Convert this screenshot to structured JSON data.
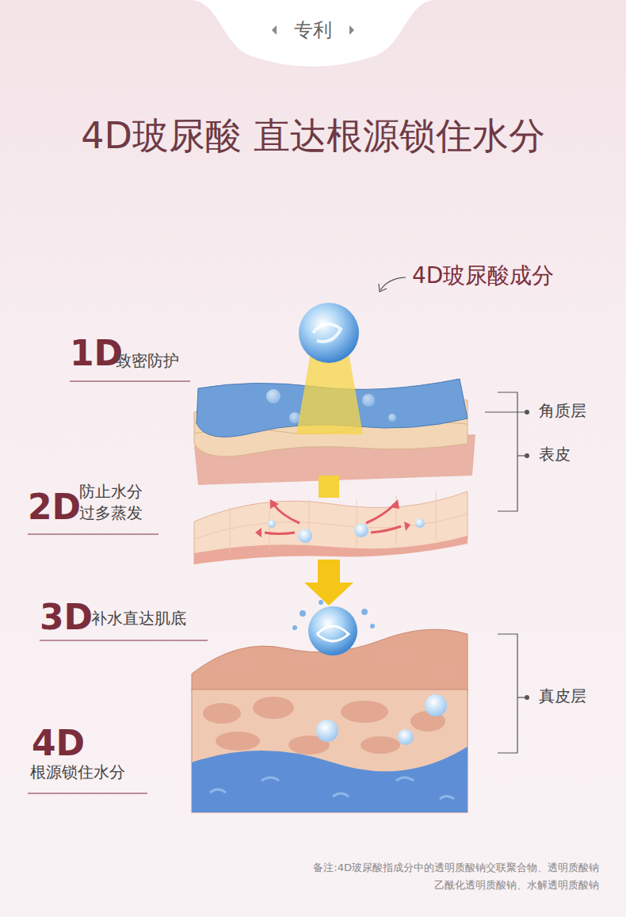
{
  "diagram": {
    "title": "4D玻尿酸 直达根源锁住水分",
    "caption": "备注:4D玻尿酸指成分中的透明质酸钠交联聚合物、透明质酸钠 乙酰化透明质酸钠、水解透明质酸钠",
    "nodes": [
      {
        "text": [
          "专利"
        ]
      }
    ],
    "labels": [
      "1D",
      "致密防护",
      "2D",
      "防止水分 过多蒸发",
      "3D",
      "补水直达肌底",
      "4D",
      "根源锁住水分",
      "4D玻尿酸成分",
      "角质层",
      "表皮",
      "真皮层"
    ]
  }
}
